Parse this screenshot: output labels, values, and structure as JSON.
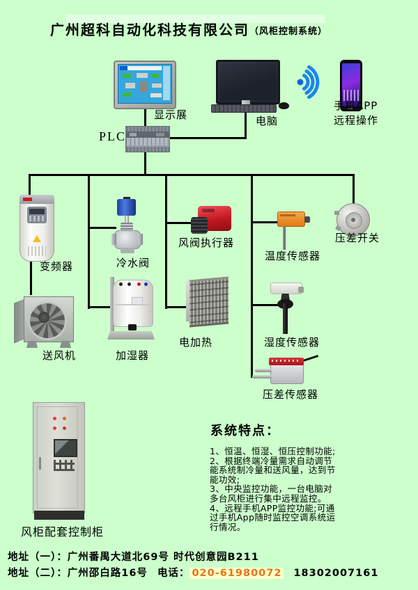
{
  "colors": {
    "background": "#ccffcc",
    "connector_line": "#000000",
    "phone_highlight_bg": "#ffffcc",
    "phone_highlight_text": "#e2761b",
    "wifi_blue": "#1d86e8",
    "actuator_red": "#c01820",
    "temp_sensor_orange": "#e07b17",
    "dp_sensor_red": "#c41e22",
    "valve_actuator_blue": "#2a5cc8"
  },
  "header": {
    "title": "广州超科自动化科技有限公司",
    "subtitle": "（风柜控制系统）"
  },
  "nodes": {
    "display": {
      "label": "显示展"
    },
    "computer": {
      "label": "电脑"
    },
    "phone_app": {
      "label_line1": "手机APP",
      "label_line2": "远程操作"
    },
    "plc": {
      "label": "PLC"
    },
    "vfd": {
      "label": "变频器"
    },
    "chilled_water_valve": {
      "label": "冷水阀"
    },
    "damper_actuator": {
      "label": "风阀执行器"
    },
    "temperature_sensor": {
      "label": "温度传感器"
    },
    "pressure_diff_switch": {
      "label": "压差开关"
    },
    "supply_fan": {
      "label": "送风机"
    },
    "humidifier": {
      "label": "加湿器"
    },
    "electric_heater": {
      "label": "电加热"
    },
    "humidity_sensor": {
      "label": "湿度传感器"
    },
    "pressure_diff_sensor": {
      "label": "压差传感器"
    },
    "control_cabinet": {
      "label": "风柜配套控制柜"
    }
  },
  "features": {
    "title": "系统特点：",
    "body": "1、恒温、恒湿、恒压控制功能;\n2、根据终端冷量需求自动调节\n能系统制冷量和送风量，达到节\n能功效;\n3、中央监控功能，一台电脑对\n多台风柜进行集中远程监控。\n4、远程手机APP监控功能;可通\n过手机App随时监控空调系统运\n行情况。"
  },
  "footer": {
    "address1": "地址（一）：广州番禺大道北69号 时代创意园B211",
    "address2_prefix": "地址（二）：广州邵白路16号",
    "phone_label": "电话：",
    "phone": "020-61980072",
    "mobile": "18302007161"
  }
}
